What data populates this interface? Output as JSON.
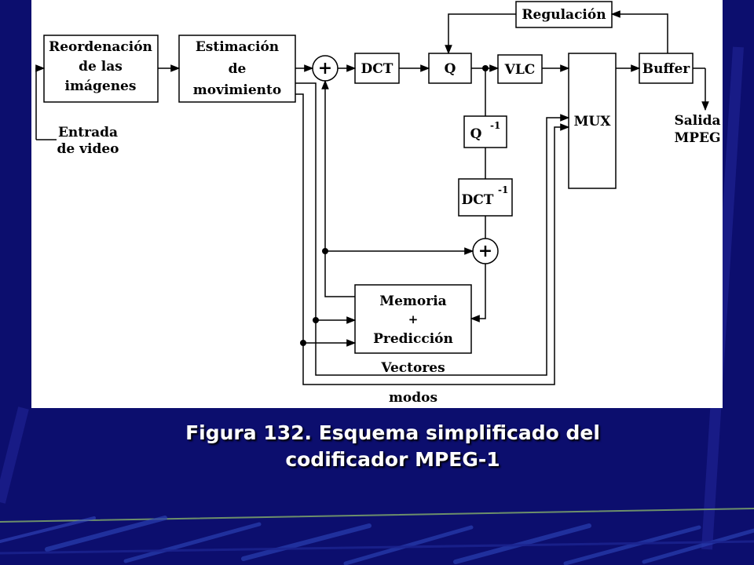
{
  "slide": {
    "background_color": "#0c0e6e",
    "caption_color": "#ffffff"
  },
  "caption": {
    "line1": "Figura 132. Esquema simplificado del",
    "line2": "codificador MPEG-1"
  },
  "diagram": {
    "blocks": {
      "reordenacion": [
        "Reordenación",
        "de las",
        "imágenes"
      ],
      "estimacion": [
        "Estimación",
        "de",
        "movimiento"
      ],
      "dct": "DCT",
      "q": "Q",
      "vlc": "VLC",
      "mux": "MUX",
      "buffer": "Buffer",
      "regulacion": "Regulación",
      "q_inv_base": "Q",
      "q_inv_sup": "-1",
      "dct_inv_base": "DCT",
      "dct_inv_sup": "-1",
      "memoria": [
        "Memoria",
        "+",
        "Predicción"
      ]
    },
    "sum_symbol": "+",
    "labels": {
      "entrada": [
        "Entrada",
        "de video"
      ],
      "salida": [
        "Salida",
        "MPEG"
      ],
      "vectores": "Vectores",
      "modos": "modos"
    }
  }
}
